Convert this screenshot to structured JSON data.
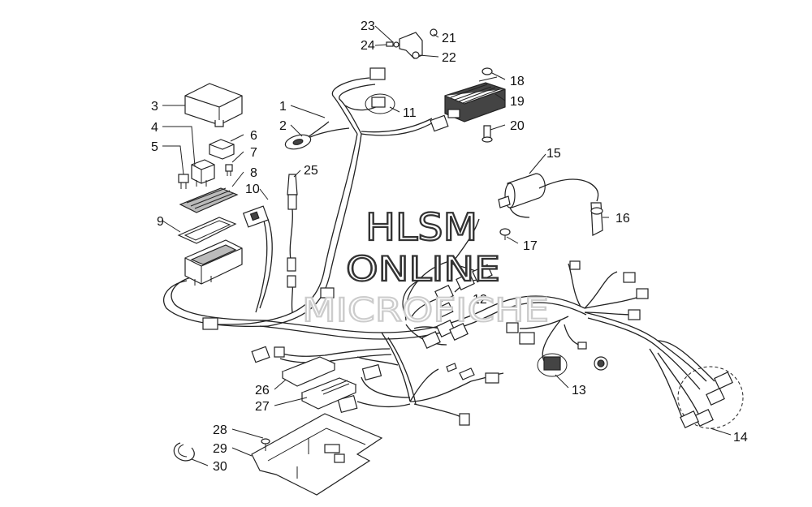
{
  "watermark": {
    "line1": "HLSM",
    "line2": "ONLINE",
    "line3": "MICROFICHE"
  },
  "callouts": [
    "1",
    "2",
    "3",
    "4",
    "5",
    "6",
    "7",
    "8",
    "9",
    "10",
    "11",
    "12",
    "13",
    "14",
    "15",
    "16",
    "17",
    "18",
    "19",
    "20",
    "21",
    "22",
    "23",
    "24",
    "25",
    "26",
    "27",
    "28",
    "29",
    "30"
  ]
}
